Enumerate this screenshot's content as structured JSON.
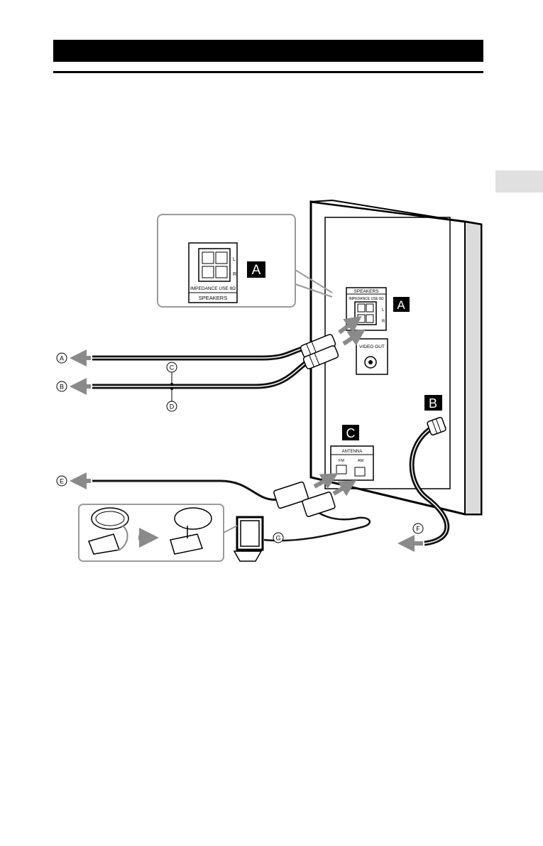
{
  "callouts": {
    "a": "A",
    "b": "B",
    "c": "C",
    "d": "D",
    "e": "E",
    "f": "F",
    "g": "G"
  },
  "section_letters": {
    "a_inset": "A",
    "a_panel": "A",
    "b": "B",
    "c": "C"
  },
  "labels": {
    "speakers": "SPEAKERS",
    "impedance": "IMPEDANCE USE 8Ω",
    "left": "L",
    "right": "R",
    "video_out": "VIDEO OUT",
    "antenna": "ANTENNA",
    "fm": "FM",
    "am": "AM"
  },
  "colors": {
    "header": "#000000",
    "side_tab": "#e0e0e0",
    "arrow": "#8a8a8a",
    "inset_border": "#9a9a9a",
    "cable": "#111111"
  }
}
